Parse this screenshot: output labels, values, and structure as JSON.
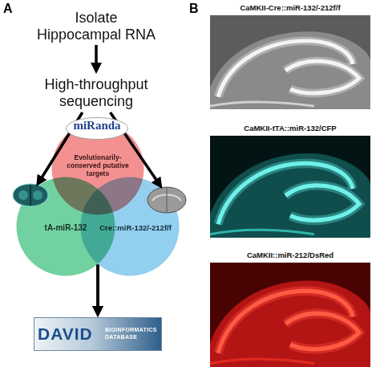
{
  "diagram": {
    "nodes": [
      {
        "text": [
          "Isolate Hippocampal RNA"
        ]
      },
      {
        "text": [
          "High-throughput sequencing"
        ]
      },
      {
        "text": [
          "miRanda"
        ]
      },
      {
        "text": [
          "Evolutionarily-conserved putative targets"
        ]
      },
      {
        "text": [
          "tA-miR-132"
        ]
      },
      {
        "text": [
          "Cre::miR-132/-212f/f"
        ]
      },
      {
        "text": [
          "DAVID",
          "BIOINFORMATICS DATABASE"
        ]
      },
      {
        "text": [
          "CaMKII-Cre::miR-132/-212f/f"
        ]
      },
      {
        "text": [
          "CaMKII-tTA::miR-132/CFP"
        ]
      },
      {
        "text": [
          "CaMKII::miR-212/DsRed"
        ]
      }
    ],
    "edges": [
      {
        "from": 0,
        "to": 1,
        "arrow": "to"
      },
      {
        "from": 1,
        "to": 4,
        "arrow": "to"
      },
      {
        "from": 1,
        "to": 5,
        "arrow": "to"
      },
      {
        "from": 4,
        "to": 6,
        "arrow": "to"
      },
      {
        "from": 5,
        "to": 6,
        "arrow": "to"
      }
    ],
    "labels": [
      "A",
      "B"
    ]
  }
}
